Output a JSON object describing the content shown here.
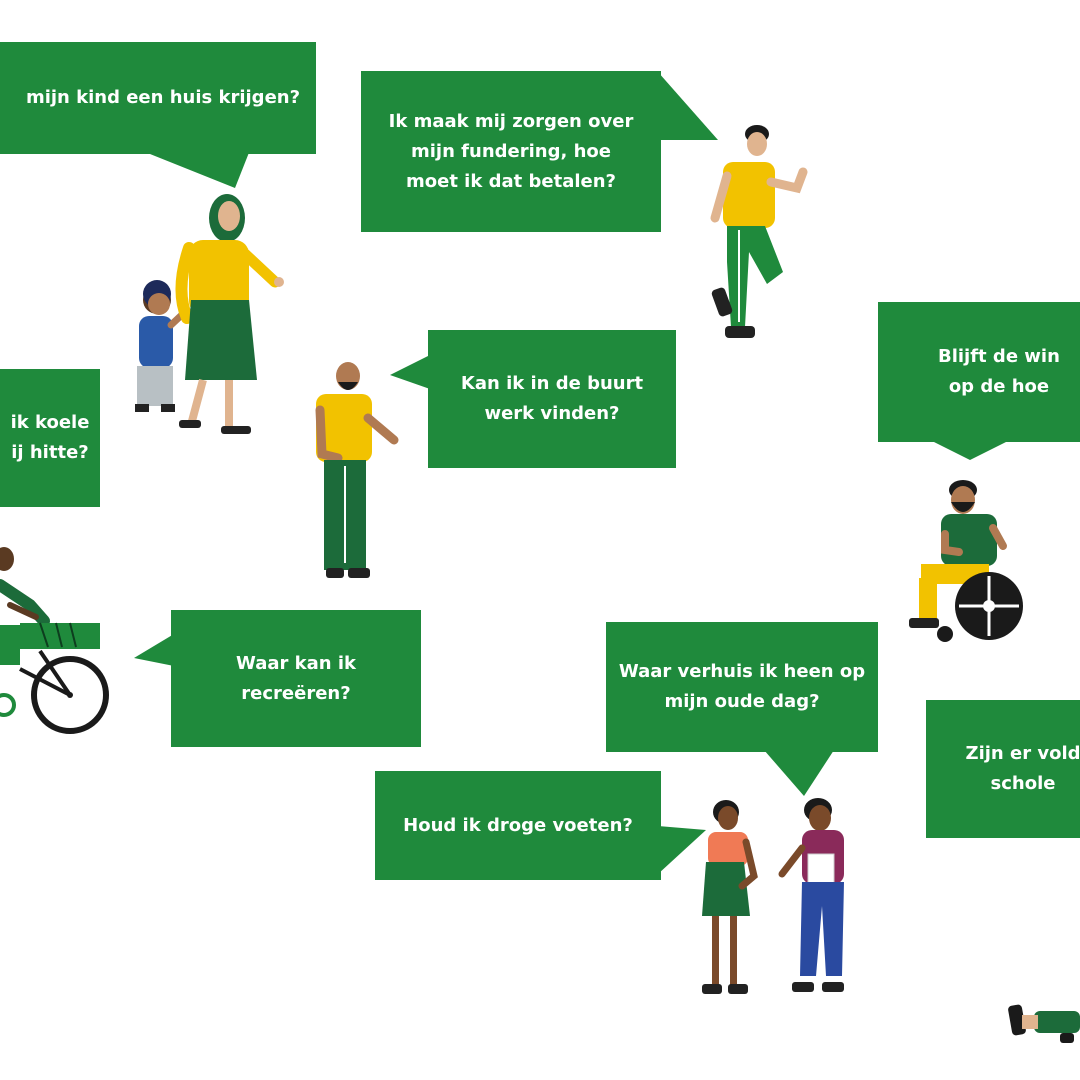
{
  "bubbles": {
    "b1": {
      "lines": [
        "mijn kind een huis krijgen?"
      ]
    },
    "b2": {
      "lines": [
        "Ik maak mij zorgen over",
        "mijn fundering, hoe",
        "moet ik dat betalen?"
      ]
    },
    "b3": {
      "lines": [
        "ik koele",
        "ij hitte?"
      ]
    },
    "b4": {
      "lines": [
        "Kan ik in de buurt",
        "werk vinden?"
      ]
    },
    "b5": {
      "lines": [
        "Blijft de win",
        "op de hoe"
      ]
    },
    "b6": {
      "lines": [
        "Waar kan ik",
        "recreëren?"
      ]
    },
    "b7": {
      "lines": [
        "Waar verhuis ik heen op",
        "mijn oude dag?"
      ]
    },
    "b8": {
      "lines": [
        "Zijn er vold",
        "schole"
      ]
    },
    "b9": {
      "lines": [
        "Houd ik droge voeten?"
      ]
    }
  },
  "colors": {
    "bubble_green": "#1f8a3c",
    "dark_green": "#1c6b3a",
    "yellow": "#f2c200",
    "skin_dark": "#5a3a22",
    "skin_medium": "#b07a52",
    "skin_light": "#e0b48f"
  }
}
